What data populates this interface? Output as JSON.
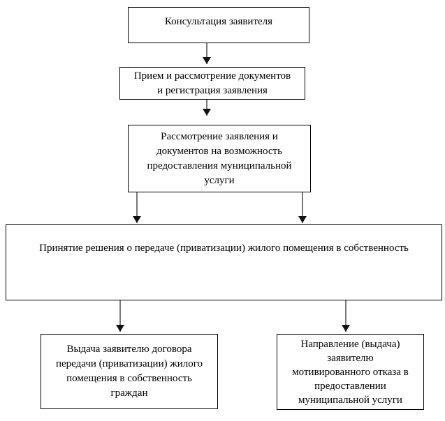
{
  "boxes": {
    "consultation": "Консультация заявителя",
    "reception": "Прием и рассмотрение документов\nи регистрация заявления",
    "review": "Рассмотрение заявления и\nдокументов на возможность\nпредоставления муниципальной\nуслуги",
    "decision": "Принятие решения о передаче (приватизации) жилого помещения в собственность",
    "issue_contract": "Выдача заявителю договора\nпередачи (приватизации) жилого\nпомещения в собственность\nграждан",
    "refusal": "Направление (выдача)\nзаявителю\nмотивированного отказа в\nпредоставлении\nмуниципальной услуги"
  },
  "edges": [
    {
      "from": "consultation",
      "to": "reception"
    },
    {
      "from": "reception",
      "to": "review"
    },
    {
      "from": "review",
      "to": "decision"
    },
    {
      "from": "review",
      "to": "decision"
    },
    {
      "from": "decision",
      "to": "issue_contract"
    },
    {
      "from": "decision",
      "to": "refusal"
    }
  ],
  "colors": {
    "background": "#ffffff",
    "box_border": "#000000",
    "text": "#000000",
    "arrow_line": "#3f3f3f",
    "arrow_head": "#111111"
  }
}
